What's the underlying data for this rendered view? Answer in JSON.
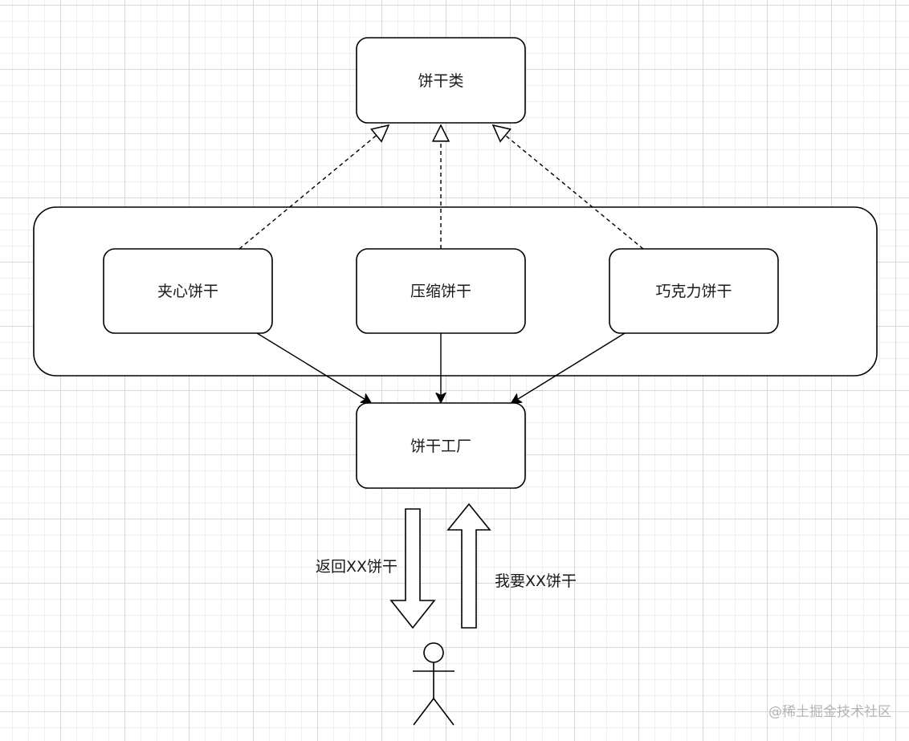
{
  "diagram": {
    "base_class": "饼干类",
    "products": [
      "夹心饼干",
      "压缩饼干",
      "巧克力饼干"
    ],
    "factory": "饼干工厂",
    "return_label": "返回XX饼干",
    "request_label": "我要XX饼干"
  },
  "watermark": "@稀土掘金技术社区",
  "colors": {
    "stroke": "#000000",
    "text": "#1a1a1a",
    "grid_major": "#d6d6d6",
    "grid_minor": "#eeeeee",
    "watermark": "#b4b4b4"
  }
}
